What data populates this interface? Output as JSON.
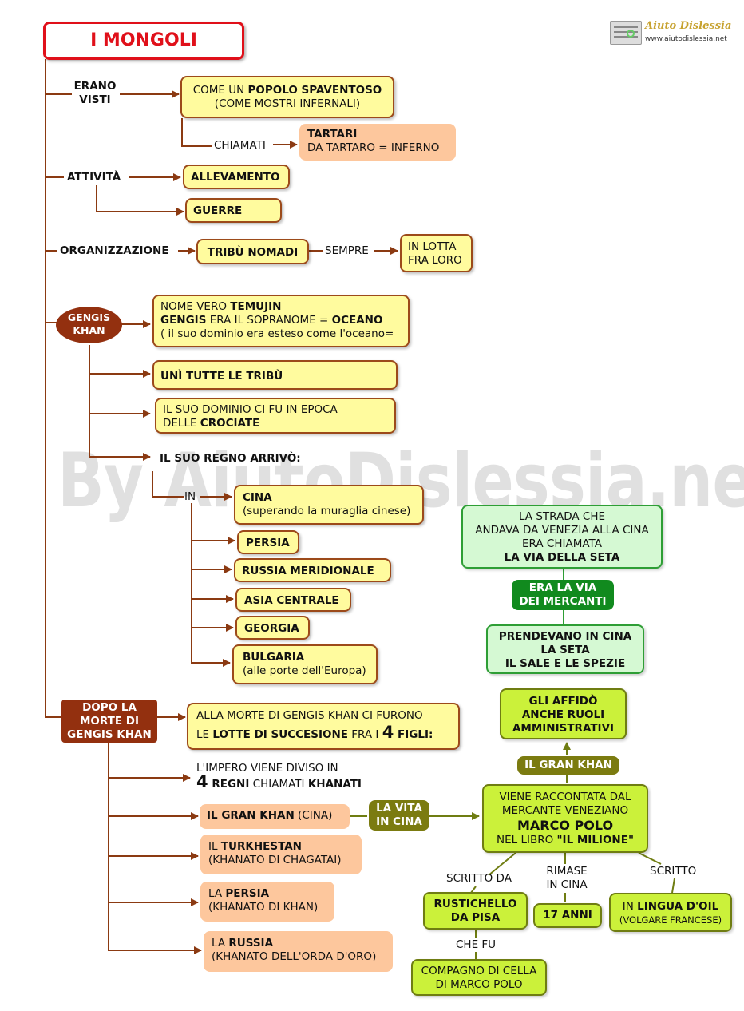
{
  "title": "I MONGOLI",
  "logo": {
    "name": "Aiuto Dislessia",
    "url": "www.aiutodislessia.net"
  },
  "watermark": "By AiutoDislessia.net",
  "visti": {
    "label1": "ERANO",
    "label2": "VISTI",
    "box": {
      "l1a": "COME UN ",
      "l1b": "POPOLO SPAVENTOSO",
      "l2": "(COME MOSTRI INFERNALI)"
    },
    "chiamati": "CHIAMATI",
    "tartari": {
      "l1": "TARTARI",
      "l2": "DA TARTARO = INFERNO"
    }
  },
  "attivita": {
    "label": "ATTIVITÀ",
    "items": [
      "ALLEVAMENTO",
      "GUERRE"
    ]
  },
  "organizzazione": {
    "label": "ORGANIZZAZIONE",
    "box": "TRIBÙ NOMADI",
    "sempre": "SEMPRE",
    "lotta1": "IN LOTTA",
    "lotta2": "FRA LORO"
  },
  "gengis": {
    "label1": "GENGIS",
    "label2": "KHAN",
    "nome": {
      "l1a": "NOME VERO ",
      "l1b": "TEMUJIN",
      "l2a": "GENGIS",
      "l2b": " ERA IL SOPRANOME = ",
      "l2c": "OCEANO",
      "l3": "( il suo dominio era esteso come l'oceano="
    },
    "uni": "UNÌ TUTTE LE TRIBÙ",
    "crociate": {
      "l1": "IL SUO DOMINIO CI FU IN EPOCA",
      "l2a": "DELLE ",
      "l2b": "CROCIATE"
    },
    "regno": "IL SUO REGNO ARRIVÒ:",
    "in": "IN",
    "cina": {
      "l1": "CINA",
      "l2": "(superando la muraglia cinese)"
    },
    "persia": "PERSIA",
    "russia": "RUSSIA MERIDIONALE",
    "asia": "ASIA CENTRALE",
    "georgia": "GEORGIA",
    "bulgaria": {
      "l1": "BULGARIA",
      "l2": "(alle porte dell'Europa)"
    }
  },
  "seta": {
    "box": {
      "l1": "LA STRADA CHE",
      "l2": "ANDAVA DA VENEZIA ALLA CINA",
      "l3": "ERA CHIAMATA",
      "l4": "LA VIA DELLA SETA"
    },
    "mercanti": {
      "l1": "ERA LA VIA",
      "l2": "DEI MERCANTI"
    },
    "prendevano": {
      "l1": "PRENDEVANO IN CINA",
      "l2": "LA SETA",
      "l3": "IL SALE E LE SPEZIE"
    }
  },
  "dopo": {
    "label": {
      "l1": "DOPO LA",
      "l2": "MORTE DI",
      "l3": "GENGIS KHAN"
    },
    "lotte": {
      "l1": "ALLA MORTE DI GENGIS KHAN CI FURONO",
      "l2a": "LE ",
      "l2b": "LOTTE DI SUCCESIONE",
      "l2c": " FRA I ",
      "l2d": "4",
      "l2e": " FIGLI:"
    },
    "impero": {
      "l1": "L'IMPERO VIENE DIVISO IN",
      "l2a": "4",
      "l2b": " REGNI",
      "l2c": " CHIAMATI ",
      "l2d": "KHANATI"
    },
    "granKhan": {
      "a": "IL GRAN KHAN",
      "b": " (CINA)"
    },
    "turkhestan": {
      "l1a": "IL ",
      "l1b": "TURKHESTAN",
      "l2": "(KHANATO DI CHAGATAI)"
    },
    "persia": {
      "l1a": "LA ",
      "l1b": "PERSIA",
      "l2": "(KHANATO DI KHAN)"
    },
    "russia": {
      "l1a": "LA ",
      "l1b": "RUSSIA",
      "l2": "(KHANATO DELL'ORDA D'ORO)"
    }
  },
  "polo": {
    "vita": {
      "l1": "LA VITA",
      "l2": "IN CINA"
    },
    "racconto": {
      "l1": "VIENE RACCONTATA DAL",
      "l2": "MERCANTE VENEZIANO",
      "l3": "MARCO POLO",
      "l4a": "NEL LIBRO ",
      "l4b": "\"IL MILIONE\""
    },
    "granKhanLabel": "IL GRAN KHAN",
    "ruoli": {
      "l1": "GLI AFFIDÒ",
      "l2": "ANCHE RUOLI",
      "l3": "AMMINISTRATIVI"
    },
    "scrittoDa": "SCRITTO DA",
    "rimase": {
      "l1": "RIMASE",
      "l2": "IN CINA"
    },
    "scritto": "SCRITTO",
    "rustichello": {
      "l1": "RUSTICHELLO",
      "l2": "DA PISA"
    },
    "anni": "17 ANNI",
    "lingua": {
      "l1a": "IN ",
      "l1b": "LINGUA D'OIL",
      "l2": "(VOLGARE FRANCESE)"
    },
    "cheFu": "CHE FU",
    "compagno": {
      "l1": "COMPAGNO DI CELLA",
      "l2": "DI MARCO POLO"
    }
  }
}
